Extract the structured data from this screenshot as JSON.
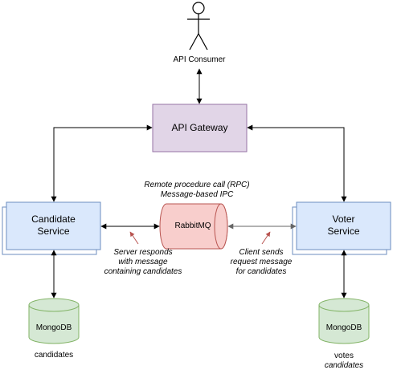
{
  "actor": {
    "label": "API Consumer"
  },
  "gateway": {
    "label": "API Gateway",
    "fill": "#e1d5e7",
    "stroke": "#9673a6"
  },
  "candidate_service": {
    "line1": "Candidate",
    "line2": "Service",
    "fill": "#dae8fc",
    "stroke": "#6c8ebf"
  },
  "voter_service": {
    "line1": "Voter",
    "line2": "Service",
    "fill": "#dae8fc",
    "stroke": "#6c8ebf"
  },
  "queue": {
    "label": "RabbitMQ",
    "fill": "#f8cecc",
    "stroke": "#b85450"
  },
  "rpc_note": {
    "line1": "Remote procedure call (RPC)",
    "line2": "Message-based IPC"
  },
  "server_note": {
    "line1": "Server responds",
    "line2": "with message",
    "line3": "containing candidates"
  },
  "client_note": {
    "line1": "Client sends",
    "line2": "request message",
    "line3": "for candidates"
  },
  "mongo_left": {
    "label": "MongoDB",
    "caption": "candidates",
    "fill": "#d5e8d4",
    "stroke": "#82b366"
  },
  "mongo_right": {
    "label": "MongoDB",
    "caption1": "votes",
    "caption2": "candidates",
    "fill": "#d5e8d4",
    "stroke": "#82b366"
  },
  "colors": {
    "annotation_arrow": "#b85450",
    "rpc_arrow_grey": "#666666"
  }
}
